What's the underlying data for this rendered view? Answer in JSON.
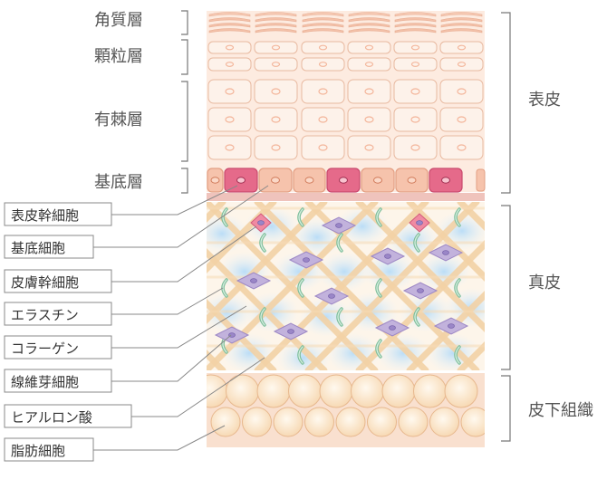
{
  "layers": {
    "horny": "角質層",
    "granular": "顆粒層",
    "spinous": "有棘層",
    "basal": "基底層"
  },
  "regions": {
    "epidermis": "表皮",
    "dermis": "真皮",
    "subcutis": "皮下組織"
  },
  "callouts": [
    "表皮幹細胞",
    "基底細胞",
    "皮膚幹細胞",
    "エラスチン",
    "コラーゲン",
    "線維芽細胞",
    "ヒアルロン酸",
    "脂肪細胞"
  ],
  "colors": {
    "epidermis_bg": "#fdebe0",
    "cell_fill": "#fdf2ea",
    "cell_stroke": "#e8b9a0",
    "nucleus": "#f3b59a",
    "stem_cell": "#e56a8a",
    "membrane": "#efc3bc",
    "dermis_bg": "#fdf5ea",
    "collagen": "#f3d2a6",
    "hyaluronic": "#cfe6f8",
    "elastin": "#7fbf9c",
    "fibroblast": "#c2b2dc",
    "fat": "#fce4c8"
  }
}
